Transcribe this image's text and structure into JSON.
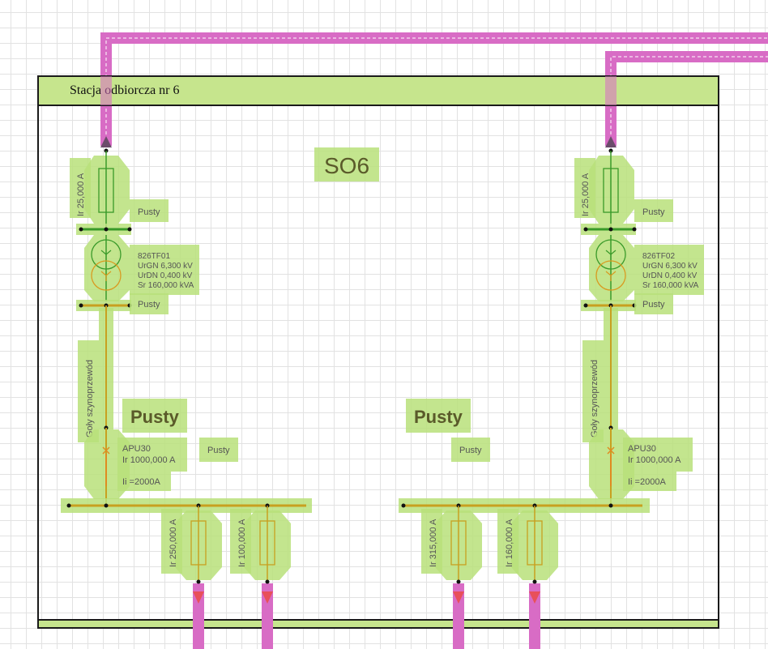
{
  "station": {
    "title": "Stacja odbiorcza nr 6",
    "code": "SO6"
  },
  "left": {
    "fuse_rating": "Ir 25,000 A",
    "empty_top": "Pusty",
    "transformer": {
      "name": "826TF01",
      "urgn": "UrGN 6,300 kV",
      "urdn": "UrDN 0,400 kV",
      "sr": "Sr 160,000 kVA"
    },
    "empty_lv": "Pusty",
    "busduct": "Goły szynoprzewód",
    "big_empty": "Pusty",
    "breaker": {
      "name": "APU30",
      "ir": "Ir 1000,000 A",
      "ii": "Ii =2000A"
    },
    "breaker_empty": "Pusty"
  },
  "right": {
    "fuse_rating": "Ir 25,000 A",
    "empty_top": "Pusty",
    "transformer": {
      "name": "826TF02",
      "urgn": "UrGN 6,300 kV",
      "urdn": "UrDN 0,400 kV",
      "sr": "Sr 160,000 kVA"
    },
    "empty_lv": "Pusty",
    "busduct": "Goły szynoprzewód",
    "big_empty": "Pusty",
    "breaker": {
      "name": "APU30",
      "ir": "Ir 1000,000 A",
      "ii": "Ii =2000A"
    },
    "breaker_empty": "Pusty"
  },
  "outgoing": [
    {
      "rating": "Ir 250,000 A"
    },
    {
      "rating": "Ir 100,000 A"
    },
    {
      "rating": "Ir 315,000 A"
    },
    {
      "rating": "Ir 160,000 A"
    }
  ],
  "colors": {
    "cable": "#d86cc5",
    "highlight": "#b9e07a",
    "frame": "#1a1a1a",
    "hv_bus": "#3a9a2a",
    "lv_bus": "#c8a020",
    "arrow_in": "#6b4c6b",
    "arrow_out": "#e8505a"
  }
}
